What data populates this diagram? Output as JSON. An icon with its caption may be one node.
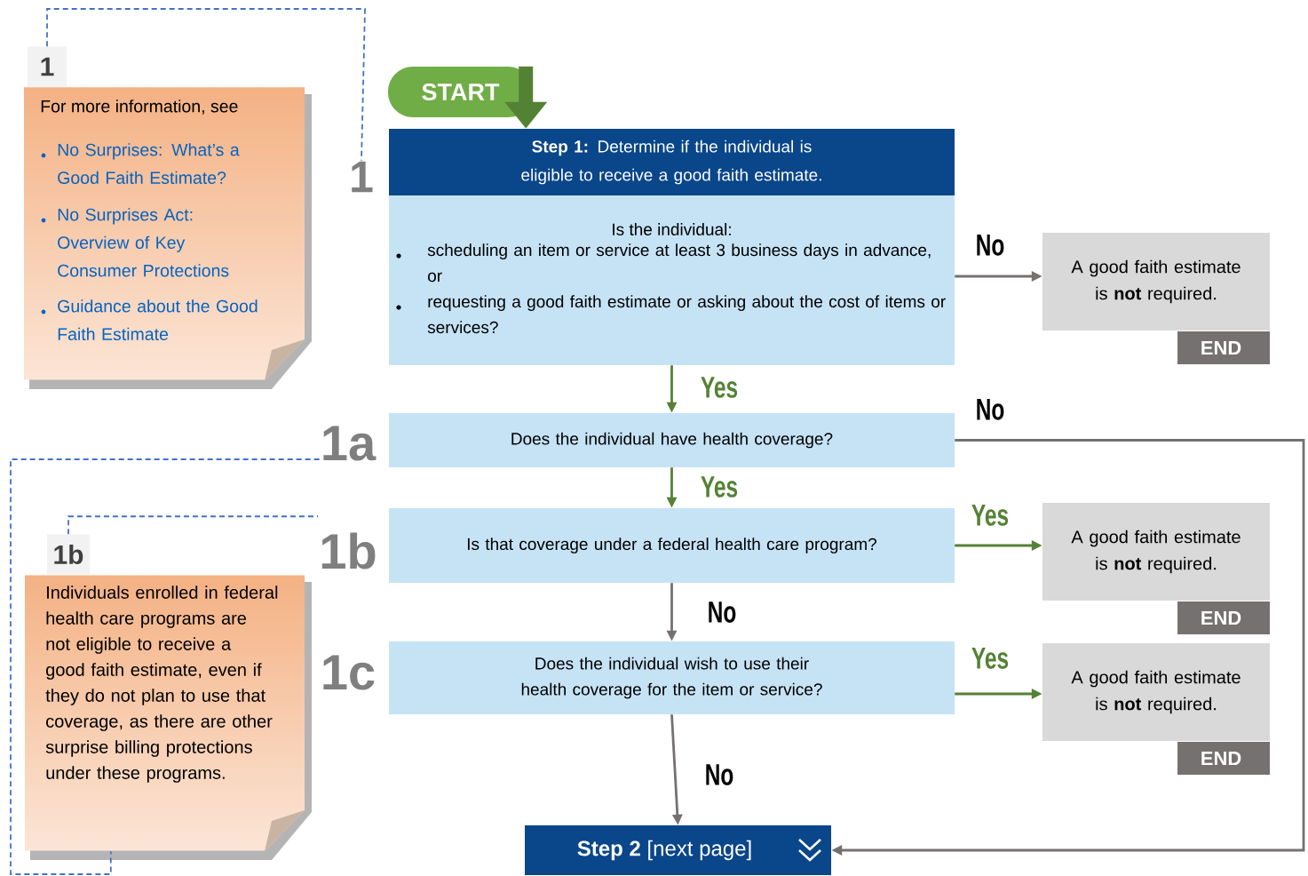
{
  "diagram": {
    "nodes": [
      {
        "text": [
          "START"
        ]
      },
      {
        "text": [
          "**Step 1:** Determine if the individual is eligible to receive a good faith estimate.",
          "Is the individual:",
          "scheduling an item or service at least 3 business days in advance, or",
          "requesting a good faith estimate or asking about the cost of items or services?"
        ],
        "beside": [
          "1"
        ]
      },
      {
        "text": [
          "A good faith estimate is **not** required.",
          "END"
        ]
      },
      {
        "text": [
          "Does the individual have health coverage?"
        ],
        "beside": [
          "1a"
        ]
      },
      {
        "text": [
          "Is that coverage under a federal health care program?"
        ],
        "beside": [
          "1b"
        ]
      },
      {
        "text": [
          "A good faith estimate is **not** required.",
          "END"
        ]
      },
      {
        "text": [
          "Does the individual wish to use their health coverage for the item or service?"
        ],
        "beside": [
          "1c"
        ]
      },
      {
        "text": [
          "A good faith estimate is **not** required.",
          "END"
        ]
      },
      {
        "text": [
          "**Step 2** [next page]"
        ]
      },
      {
        "text": [
          "1",
          "For more information, see",
          "No Surprises: What’s a Good Faith Estimate?",
          "No Surprises Act: Overview of Key Consumer Protections",
          "Guidance about the Good Faith Estimate"
        ]
      },
      {
        "text": [
          "1b",
          "Individuals enrolled in federal health care programs are not eligible to receive a good faith estimate, even if they do not plan to use that coverage, as there are other surprise billing protections under these programs."
        ]
      }
    ],
    "edges": [
      {
        "from": 0,
        "to": 1,
        "arrow": "to",
        "style": "thick",
        "color": "#548235"
      },
      {
        "from": 1,
        "to": 2,
        "arrow": "to",
        "label": "No",
        "color": "#767171"
      },
      {
        "from": 1,
        "to": 3,
        "arrow": "to",
        "label": "Yes",
        "color": "#548235"
      },
      {
        "from": 3,
        "to": 4,
        "arrow": "to",
        "label": "Yes",
        "color": "#548235"
      },
      {
        "from": 3,
        "to": 8,
        "arrow": "to",
        "label": "No",
        "color": "#767171"
      },
      {
        "from": 4,
        "to": 5,
        "arrow": "to",
        "label": "Yes",
        "color": "#548235"
      },
      {
        "from": 4,
        "to": 6,
        "arrow": "to",
        "label": "No",
        "color": "#767171"
      },
      {
        "from": 6,
        "to": 7,
        "arrow": "to",
        "label": "Yes",
        "color": "#548235"
      },
      {
        "from": 6,
        "to": 8,
        "arrow": "to",
        "label": "No",
        "color": "#767171"
      },
      {
        "from": 9,
        "to": 1,
        "arrow": "none",
        "style": "dashed",
        "color": "#4472c4"
      },
      {
        "from": 10,
        "to": 4,
        "arrow": "none",
        "style": "dashed",
        "color": "#4472c4"
      },
      {
        "from": 3,
        "to": 10,
        "arrow": "none",
        "style": "dashed",
        "color": "#4472c4"
      }
    ]
  }
}
